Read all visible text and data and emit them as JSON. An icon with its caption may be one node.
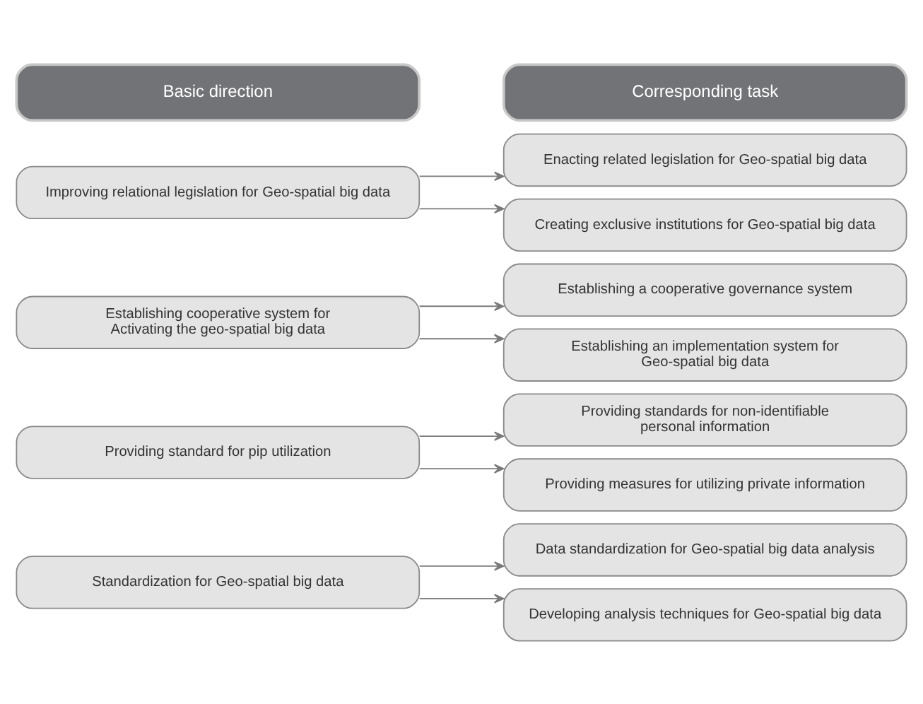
{
  "diagram": {
    "nodes": [
      {
        "text": [
          "Basic direction"
        ]
      },
      {
        "text": [
          "Corresponding task"
        ]
      },
      {
        "text": [
          "Improving relational legislation for Geo-spatial big data"
        ]
      },
      {
        "text": [
          "Enacting related legislation for Geo-spatial big data"
        ]
      },
      {
        "text": [
          "Creating exclusive institutions for Geo-spatial big data"
        ]
      },
      {
        "text": [
          "Establishing cooperative system for Activating the geo-spatial big data"
        ]
      },
      {
        "text": [
          "Establishing a cooperative governance system"
        ]
      },
      {
        "text": [
          "Establishing an implementation system for Geo-spatial big data"
        ]
      },
      {
        "text": [
          "Providing standard for pip utilization"
        ]
      },
      {
        "text": [
          "Providing standards for non-identifiable personal information"
        ]
      },
      {
        "text": [
          "Providing measures for utilizing private information"
        ]
      },
      {
        "text": [
          "Standardization for Geo-spatial big data"
        ]
      },
      {
        "text": [
          "Data standardization for Geo-spatial big data analysis"
        ]
      },
      {
        "text": [
          "Developing analysis techniques for Geo-spatial big data"
        ]
      }
    ],
    "edges": [
      {
        "from": 2,
        "to": 3,
        "arrow": "to"
      },
      {
        "from": 2,
        "to": 4,
        "arrow": "to"
      },
      {
        "from": 5,
        "to": 6,
        "arrow": "to"
      },
      {
        "from": 5,
        "to": 7,
        "arrow": "to"
      },
      {
        "from": 8,
        "to": 9,
        "arrow": "to"
      },
      {
        "from": 8,
        "to": 10,
        "arrow": "to"
      },
      {
        "from": 11,
        "to": 12,
        "arrow": "to"
      },
      {
        "from": 11,
        "to": 13,
        "arrow": "to"
      }
    ]
  }
}
